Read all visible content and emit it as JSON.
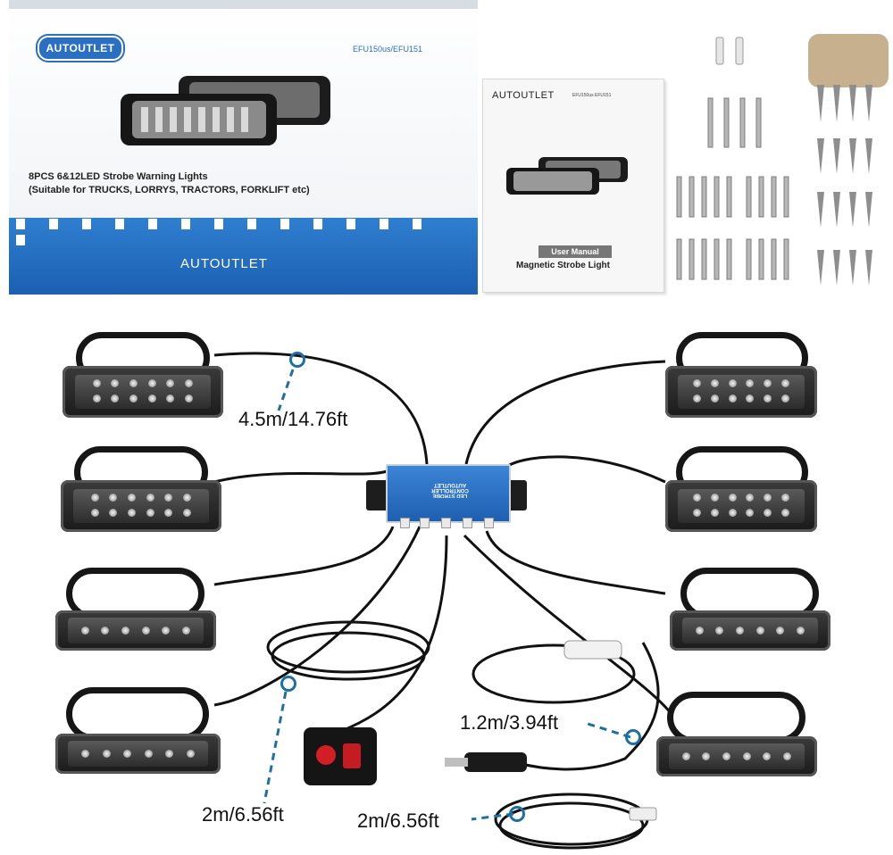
{
  "box": {
    "logo": "AUTOUTLET",
    "model": "EFU150us/EFU151",
    "title_line1": "8PCS 6&12LED Strobe Warning Lights",
    "title_line2": "(Suitable for TRUCKS, LORRYS, TRACTORS, FORKLIFT etc)",
    "brand_bottom": "AUTOUTLET"
  },
  "manual": {
    "brand": "AUTOUTLET",
    "model": "EFU150us EFU151",
    "badge": "User Manual",
    "title": "Magnetic Strobe Light"
  },
  "controller": {
    "brand": "AUTOUTLET",
    "label": "LED STROBE CONTROLLER"
  },
  "dimensions": {
    "light_cable": "4.5m/14.76ft",
    "switch_cable": "2m/6.56ft",
    "power_cable": "1.2m/3.94ft",
    "extension_cable": "2m/6.56ft"
  },
  "colors": {
    "brand_blue": "#2a6fc2",
    "marker_blue": "#1f6fa0",
    "switch_red": "#d21f25"
  }
}
